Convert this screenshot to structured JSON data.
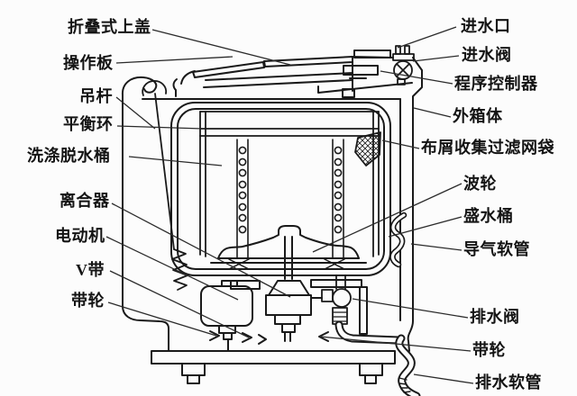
{
  "figure": {
    "background": "#fcfcfc",
    "line_color": "#1a1a1a",
    "leader_color": "#2b2b2b",
    "text_color": "#141414",
    "labels": {
      "left": [
        {
          "id": "folding-top-cover",
          "text": "折叠式上盖"
        },
        {
          "id": "control-panel",
          "text": "操作板"
        },
        {
          "id": "suspension-rod",
          "text": "吊杆"
        },
        {
          "id": "balance-ring",
          "text": "平衡环"
        },
        {
          "id": "wash-spin-tub",
          "text": "洗涤脱水桶"
        },
        {
          "id": "clutch",
          "text": "离合器"
        },
        {
          "id": "motor",
          "text": "电动机"
        },
        {
          "id": "v-belt",
          "text": "V带"
        },
        {
          "id": "pulley-left",
          "text": "带轮"
        }
      ],
      "right": [
        {
          "id": "water-inlet",
          "text": "进水口"
        },
        {
          "id": "water-inlet-valve",
          "text": "进水阀"
        },
        {
          "id": "program-controller",
          "text": "程序控制器"
        },
        {
          "id": "outer-cabinet",
          "text": "外箱体"
        },
        {
          "id": "lint-filter-bag",
          "text": "布屑收集过滤网袋"
        },
        {
          "id": "pulsator",
          "text": "波轮"
        },
        {
          "id": "water-tub",
          "text": "盛水桶"
        },
        {
          "id": "air-guide-hose",
          "text": "导气软管"
        },
        {
          "id": "drain-valve",
          "text": "排水阀"
        },
        {
          "id": "pulley-right",
          "text": "带轮"
        },
        {
          "id": "drain-hose",
          "text": "排水软管"
        }
      ]
    }
  }
}
